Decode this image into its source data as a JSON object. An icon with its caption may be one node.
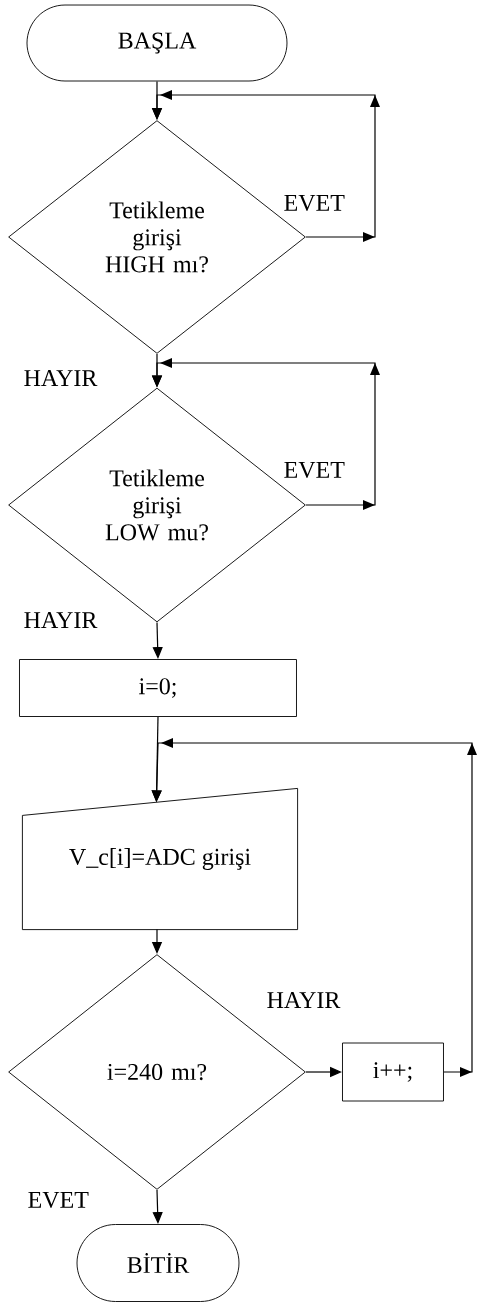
{
  "diagram": {
    "nodes": [
      {
        "text": [
          "BAŞLA"
        ]
      },
      {
        "text": [
          "Tetikleme girişi HIGH mı?"
        ]
      },
      {
        "text": [
          "Tetikleme girişi LOW mu?"
        ]
      },
      {
        "text": [
          "i=0;"
        ]
      },
      {
        "text": [
          "V_c[i]=ADC girişi"
        ]
      },
      {
        "text": [
          "i=240 mı?"
        ]
      },
      {
        "text": [
          "i++;"
        ]
      },
      {
        "text": [
          "BİTİR"
        ]
      }
    ],
    "edges": [
      {
        "from": 0,
        "to": 1,
        "arrow": "to"
      },
      {
        "from": 1,
        "to": 1,
        "arrow": "to",
        "label": "EVET"
      },
      {
        "from": 1,
        "to": 2,
        "arrow": "to",
        "label": "HAYIR"
      },
      {
        "from": 2,
        "to": 2,
        "arrow": "to",
        "label": "EVET"
      },
      {
        "from": 2,
        "to": 3,
        "arrow": "to",
        "label": "HAYIR"
      },
      {
        "from": 3,
        "to": 4,
        "arrow": "to"
      },
      {
        "from": 4,
        "to": 5,
        "arrow": "to"
      },
      {
        "from": 5,
        "to": 6,
        "arrow": "to",
        "label": "HAYIR"
      },
      {
        "from": 5,
        "to": 7,
        "arrow": "to",
        "label": "EVET"
      },
      {
        "from": 6,
        "to": 4,
        "arrow": "to"
      }
    ]
  }
}
